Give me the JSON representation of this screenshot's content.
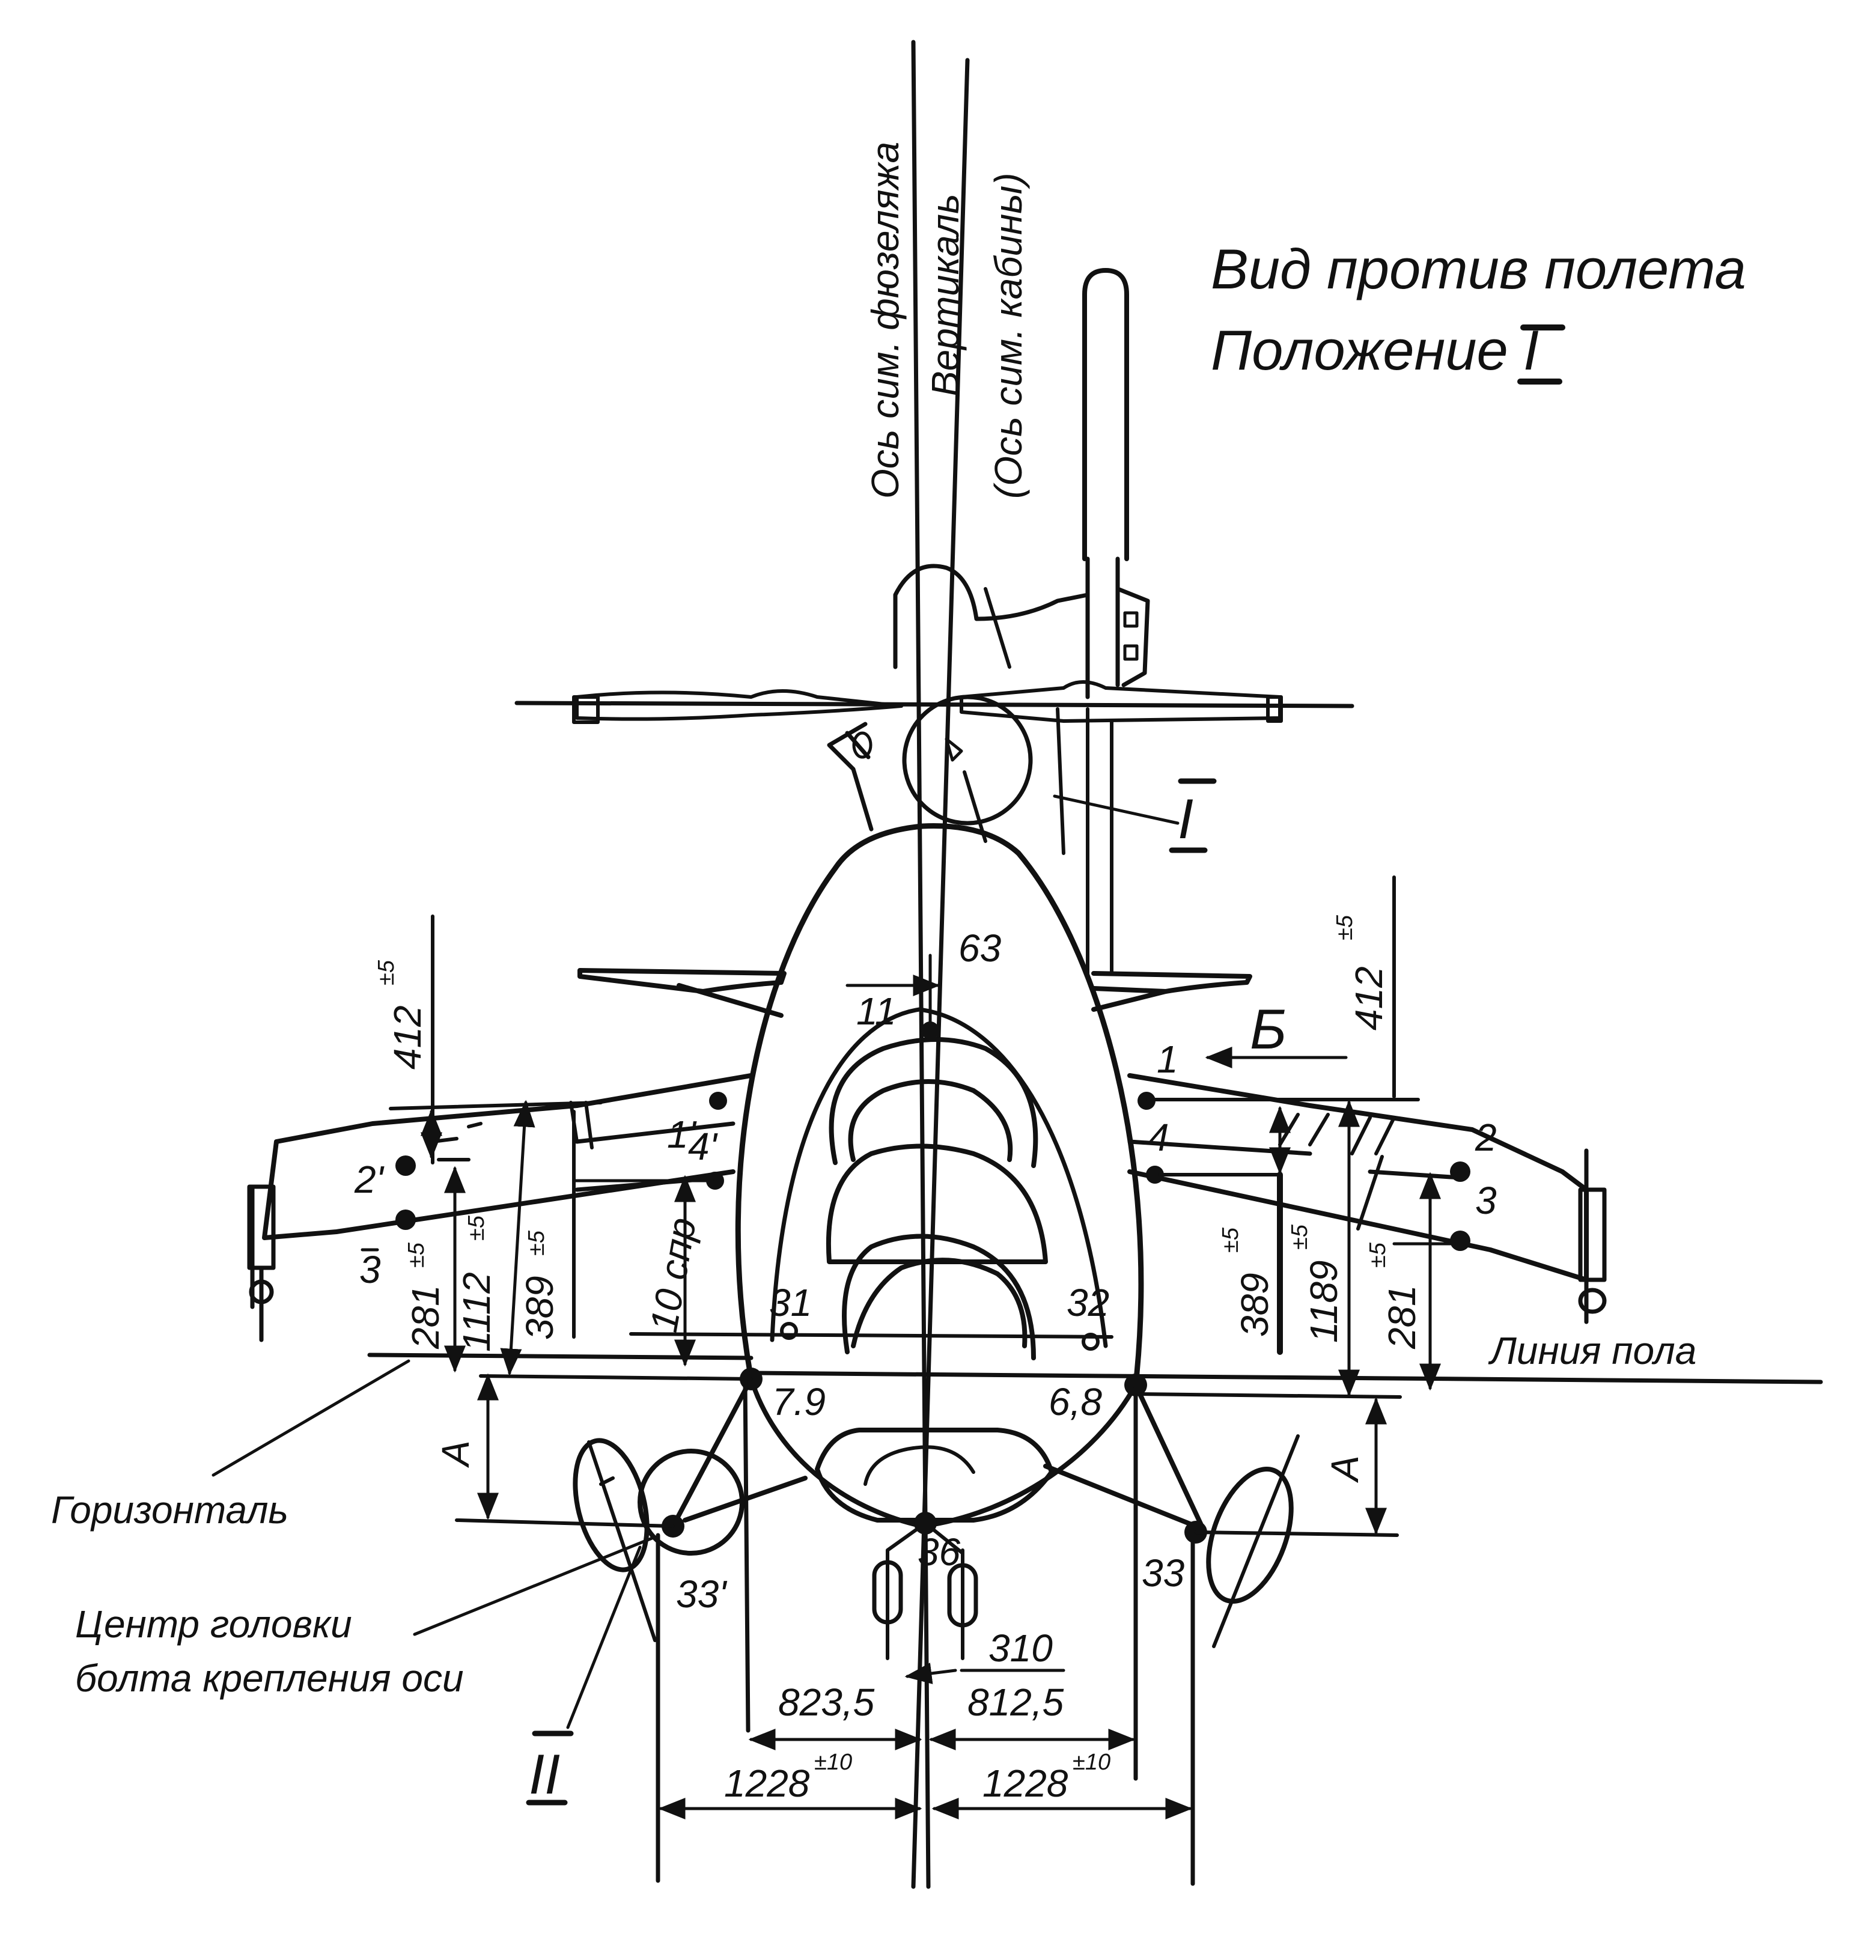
{
  "title": {
    "line1": "Вид против полета",
    "line2_prefix": "Положение",
    "line2_numeral": "I"
  },
  "axis_labels": {
    "fuselage_axis": "Ось сим. фюзеляжа",
    "vertical": "Вертикаль",
    "cabin_axis": "(Ось сим. кабины)"
  },
  "callouts": {
    "floor_line": "Линия пола",
    "horizontal": "Горизонталь",
    "bolt_center_line1": "Центр головки",
    "bolt_center_line2": "болта крепления оси",
    "view_b": "Б",
    "view_i": "I",
    "view_ii": "II"
  },
  "points": {
    "p1": "1",
    "p1p": "1'",
    "p2": "2",
    "p2p": "2'",
    "p3": "3",
    "p3p": "3",
    "p4": "4",
    "p4p": "4'",
    "p11": "11",
    "p31": "31",
    "p32": "32",
    "p33": "33",
    "p33p": "33'",
    "p36": "36",
    "p79": "7.9",
    "p68": "6,8"
  },
  "dimensions": {
    "d63": "63",
    "d412_left": "412",
    "d412_right": "412",
    "d1112": "1112",
    "d389_left": "389",
    "d389_right": "389",
    "d281_left": "281",
    "d281_right": "281",
    "d1189": "1189",
    "d10spr": "10 спр",
    "dA_left": "A",
    "dA_right": "A",
    "d310": "310",
    "d823": "823,5",
    "d812": "812,5",
    "d1228_left": "1228",
    "d1228_right": "1228"
  },
  "tolerances": {
    "pm5": "±5",
    "pm10": "±10"
  }
}
